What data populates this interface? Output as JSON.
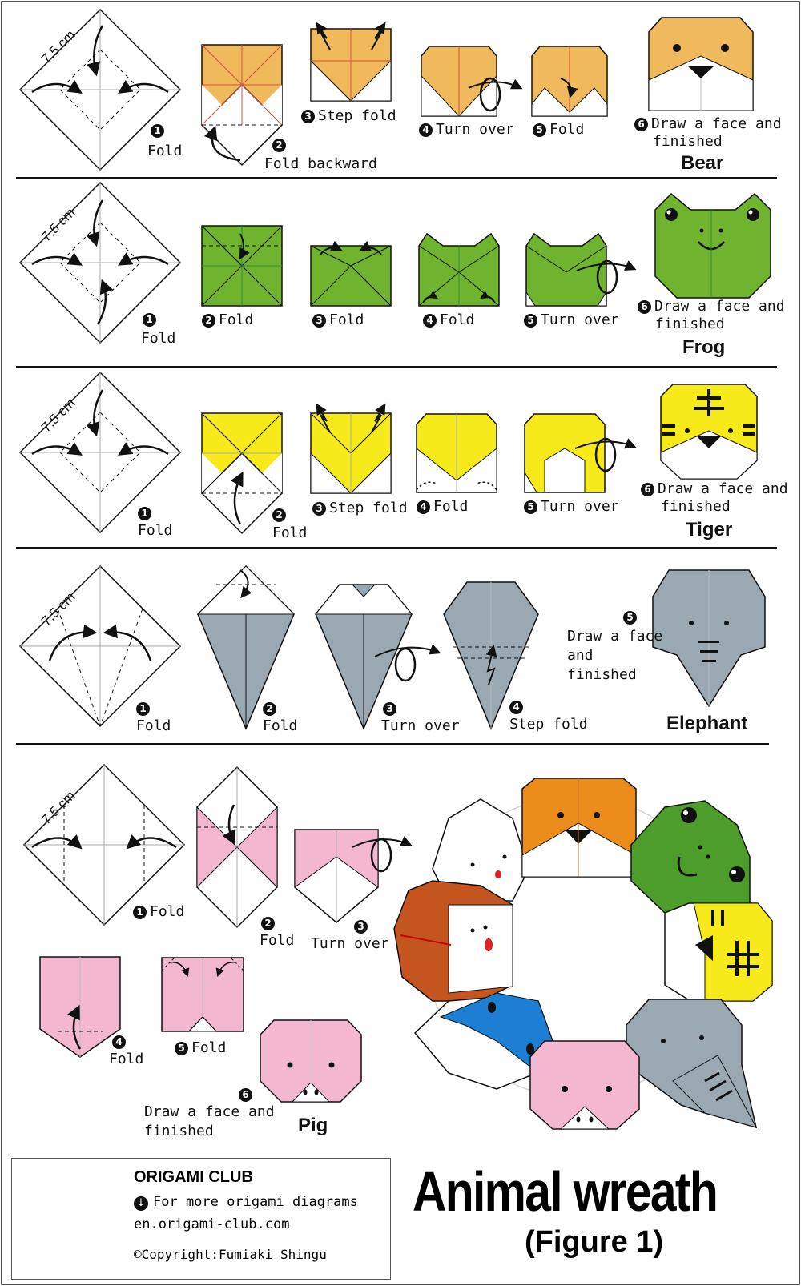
{
  "dimension_label": "7.5 cm",
  "colors": {
    "bear": "#efb95c",
    "frog": "#6fb32e",
    "tiger": "#f7ea1a",
    "elephant": "#9aa8b2",
    "pig": "#f3b7d0",
    "wreath_bear": "#ec8c1b",
    "wreath_frog": "#4c9d2a",
    "wreath_blue": "#1c7fd3",
    "wreath_brown": "#c4551e"
  },
  "rows": [
    {
      "name": "Bear",
      "steps": [
        {
          "num": "1",
          "label": "Fold"
        },
        {
          "num": "2",
          "label": "Fold backward"
        },
        {
          "num": "3",
          "label": "Step fold"
        },
        {
          "num": "4",
          "label": "Turn over"
        },
        {
          "num": "5",
          "label": "Fold"
        },
        {
          "num": "6",
          "label_1": "Draw a face and",
          "label_2": "finished"
        }
      ]
    },
    {
      "name": "Frog",
      "steps": [
        {
          "num": "1",
          "label": "Fold"
        },
        {
          "num": "2",
          "label": "Fold"
        },
        {
          "num": "3",
          "label": "Fold"
        },
        {
          "num": "4",
          "label": "Fold"
        },
        {
          "num": "5",
          "label": "Turn over"
        },
        {
          "num": "6",
          "label_1": "Draw a face and",
          "label_2": "finished"
        }
      ]
    },
    {
      "name": "Tiger",
      "steps": [
        {
          "num": "1",
          "label": "Fold"
        },
        {
          "num": "2",
          "label": "Fold"
        },
        {
          "num": "3",
          "label": "Step fold"
        },
        {
          "num": "4",
          "label": "Fold"
        },
        {
          "num": "5",
          "label": "Turn over"
        },
        {
          "num": "6",
          "label_1": "Draw a face and",
          "label_2": "finished"
        }
      ]
    },
    {
      "name": "Elephant",
      "steps": [
        {
          "num": "1",
          "label": "Fold"
        },
        {
          "num": "2",
          "label": "Fold"
        },
        {
          "num": "3",
          "label": "Turn over"
        },
        {
          "num": "4",
          "label": "Step fold"
        },
        {
          "num": "5",
          "label_1": "Draw a face",
          "label_2": "and",
          "label_3": "finished"
        }
      ]
    },
    {
      "name": "Pig",
      "steps": [
        {
          "num": "1",
          "label": "Fold"
        },
        {
          "num": "2",
          "label": "Fold"
        },
        {
          "num": "3",
          "label": "Turn over"
        },
        {
          "num": "4",
          "label": "Fold"
        },
        {
          "num": "5",
          "label": "Fold"
        },
        {
          "num": "6",
          "label_1": "Draw a face and",
          "label_2": "finished"
        }
      ]
    }
  ],
  "footer": {
    "brand": "ORIGAMI CLUB",
    "more": "For more origami diagrams",
    "url": "en.origami-club.com",
    "copyright": "©Copyright:Fumiaki Shingu"
  },
  "title": "Animal wreath",
  "subtitle": "(Figure 1)"
}
